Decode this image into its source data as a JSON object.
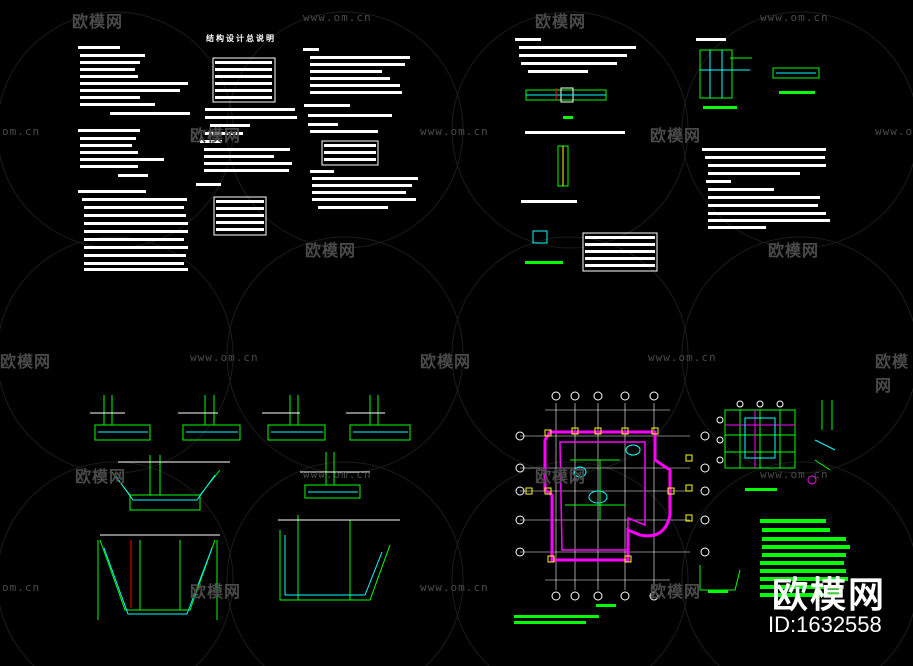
{
  "watermark": {
    "brand": "欧模网",
    "url": "www.om.cn",
    "url_short": "om.cn"
  },
  "sheet1": {
    "title": "结构设计总说明"
  },
  "logo": {
    "brand": "欧模网",
    "id_label": "ID:1632558"
  },
  "colors": {
    "background": "#000000",
    "line_green": "#00ff00",
    "line_cyan": "#00ffff",
    "line_white": "#ffffff",
    "line_magenta": "#ff00ff",
    "line_yellow": "#ffff00",
    "line_red": "#ff0000",
    "watermark": "#4a4a4a"
  }
}
